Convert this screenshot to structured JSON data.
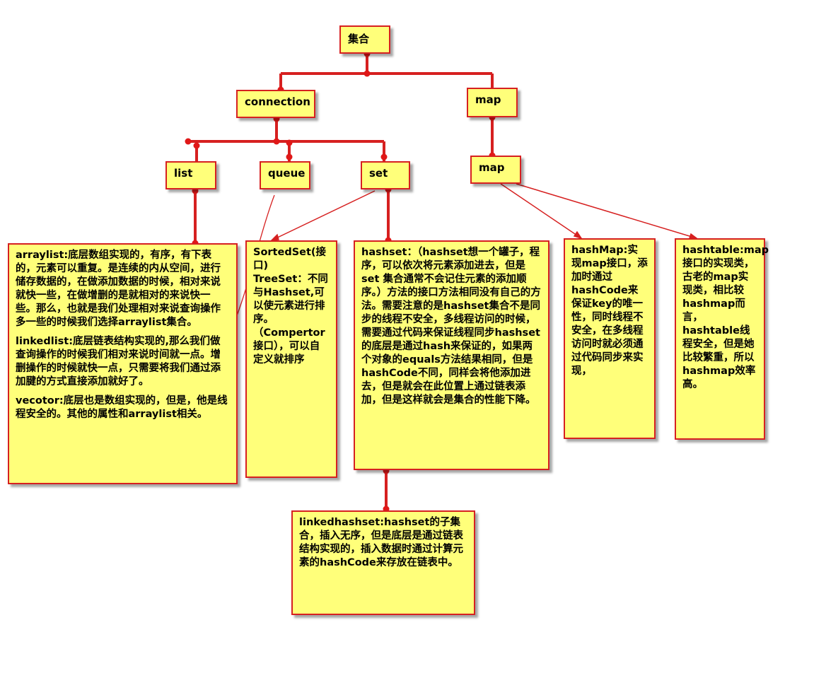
{
  "nodes": {
    "root": "集合",
    "connection": "connection",
    "map_top": "map",
    "list": "list",
    "queue": "queue",
    "set": "set",
    "map_sub": "map"
  },
  "notes": {
    "list": {
      "arraylist": "arraylist:底层数组实现的，有序，有下表的，元素可以重复。是连续的内从空间，进行储存数据的，在做添加数据的时候，相对来说就快一些，在做增删的是就相对的来说快一些。那么，也就是我们处理相对来说查询操作多一些的时候我们选择arraylist集合。",
      "linkedlist": "linkedlist:底层链表结构实现的,那么我们做查询操作的时候我们相对来说时间就一点。增删操作的时候就快一点，只需要将我们通过添加腱的方式直接添加就好了。",
      "vector": "vecotor:底层也是数组实现的，但是，他是线程安全的。其他的属性和arraylist相关。"
    },
    "sortedset": "SortedSet(接口)\nTreeSet：不同与Hashset,可以使元素进行排序。（Compertor接口），可以自定义就排序",
    "hashset": "hashset：（hashset想一个罐子，程序，可以依次将元素添加进去，但是set 集合通常不会记住元素的添加顺序。）方法的接口方法相同没有自己的方法。需要注意的是hashset集合不是同步的线程不安全，多线程访问的时候，需要通过代码来保证线程同步hashset的底层是通过hash来保证的，如果两个对象的equals方法结果相同，但是hashCode不同，同样会将他添加进去，但是就会在此位置上通过链表添加，但是这样就会是集合的性能下降。",
    "linkedhashset": "linkedhashset:hashset的子集合，插入无序，但是底层是通过链表结构实现的，插入数据时通过计算元素的hashCode来存放在链表中。",
    "hashmap": "hashMap:实现map接口，添加时通过hashCode来保证key的唯一性，同时线程不安全，在多线程访问时就必须通过代码同步来实现，",
    "hashtable": "hashtable:map接口的实现类，古老的map实现类，相比较hashmap而言，hashtable线程安全，但是她比较繁重，所以hashmap效率高。"
  },
  "colors": {
    "box_fill": "#ffff7a",
    "line": "#d62020"
  }
}
